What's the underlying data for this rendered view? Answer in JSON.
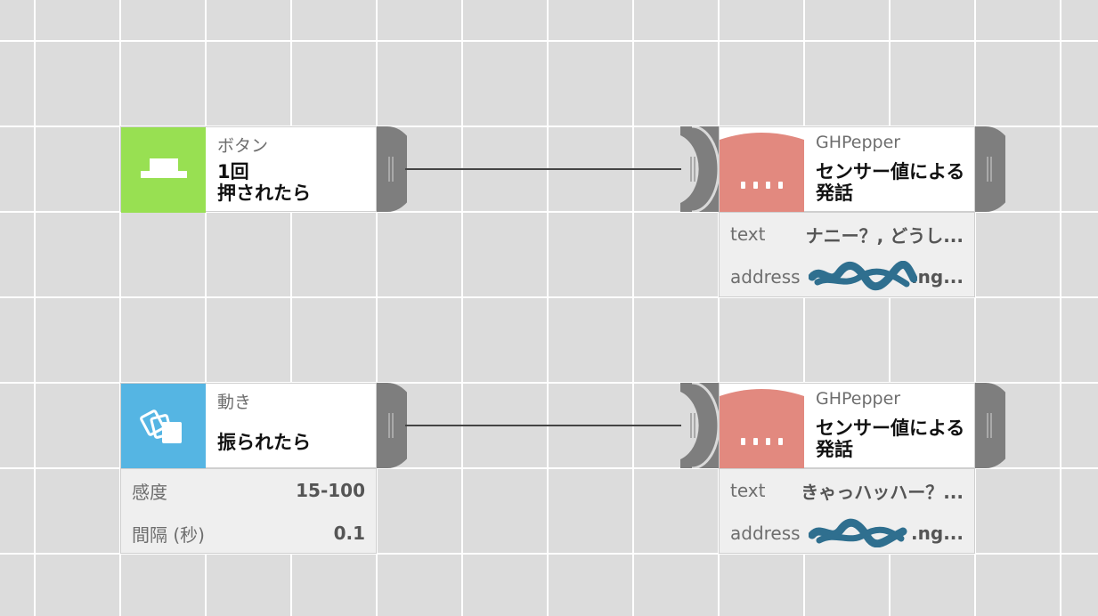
{
  "nodes": {
    "button": {
      "category": "ボタン",
      "title": "1回\n押されたら",
      "icon": "push-button-icon",
      "color": "#98e052"
    },
    "motion": {
      "category": "動き",
      "title": "振られたら",
      "icon": "shake-cards-icon",
      "color": "#55b5e3",
      "params": [
        {
          "label": "感度",
          "value": "15-100"
        },
        {
          "label": "間隔 (秒)",
          "value": "0.1"
        }
      ]
    },
    "pepper1": {
      "category": "GHPepper",
      "title": "センサー値による発話",
      "icon": "pepper-head-icon",
      "color": "#e2897f",
      "params": [
        {
          "label": "text",
          "value": "ナニー？, どうし..."
        },
        {
          "label": "address",
          "value": ".ng..."
        }
      ]
    },
    "pepper2": {
      "category": "GHPepper",
      "title": "センサー値による発話",
      "icon": "pepper-head-icon",
      "color": "#e2897f",
      "params": [
        {
          "label": "text",
          "value": "きゃっハッハー？..."
        },
        {
          "label": "address",
          "value": ".ng..."
        }
      ]
    }
  },
  "colors": {
    "port": "#7e7e7e",
    "scribble": "#2f6f8f",
    "link": "#444444"
  }
}
